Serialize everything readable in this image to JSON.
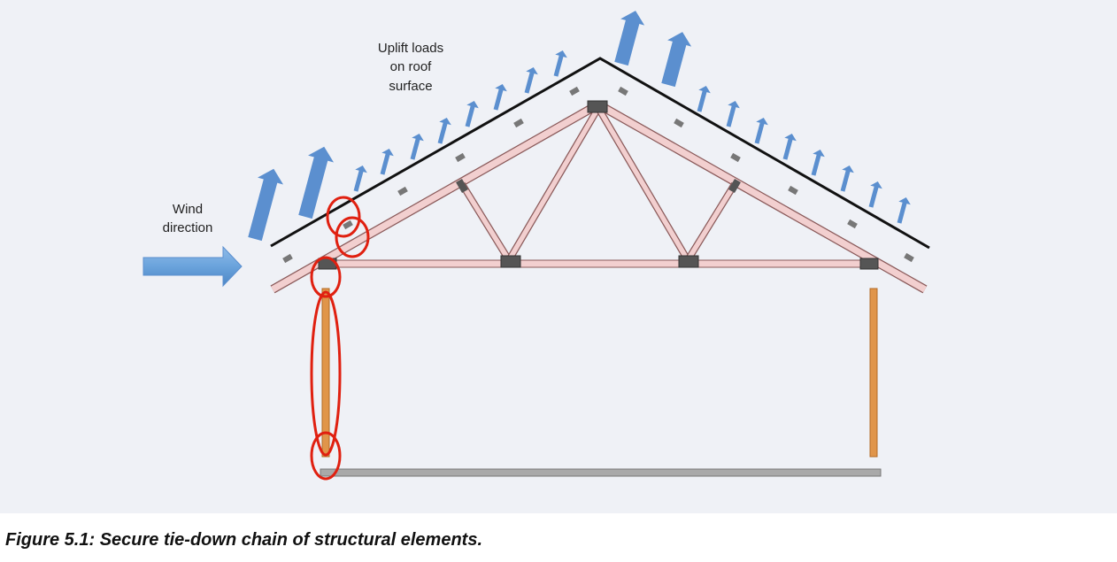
{
  "labels": {
    "uplift_line1": "Uplift loads",
    "uplift_line2": "on roof",
    "uplift_line3": "surface",
    "wind_line1": "Wind",
    "wind_line2": "direction"
  },
  "caption": "Figure 5.1: Secure tie-down chain of structural elements.",
  "colors": {
    "panel_background": "#eff1f6",
    "roof_sheathing": "#111111",
    "truss_fill": "#f2cfcf",
    "truss_stroke": "#8a5a5a",
    "gusset_plate": "#555555",
    "fastener": "#777777",
    "uplift_arrow": "#5b8fcf",
    "wind_arrow": "#6aa3dc",
    "wall_stud": "#e0954a",
    "foundation": "#a9a9a9",
    "tie_down_highlight": "#e02010"
  }
}
